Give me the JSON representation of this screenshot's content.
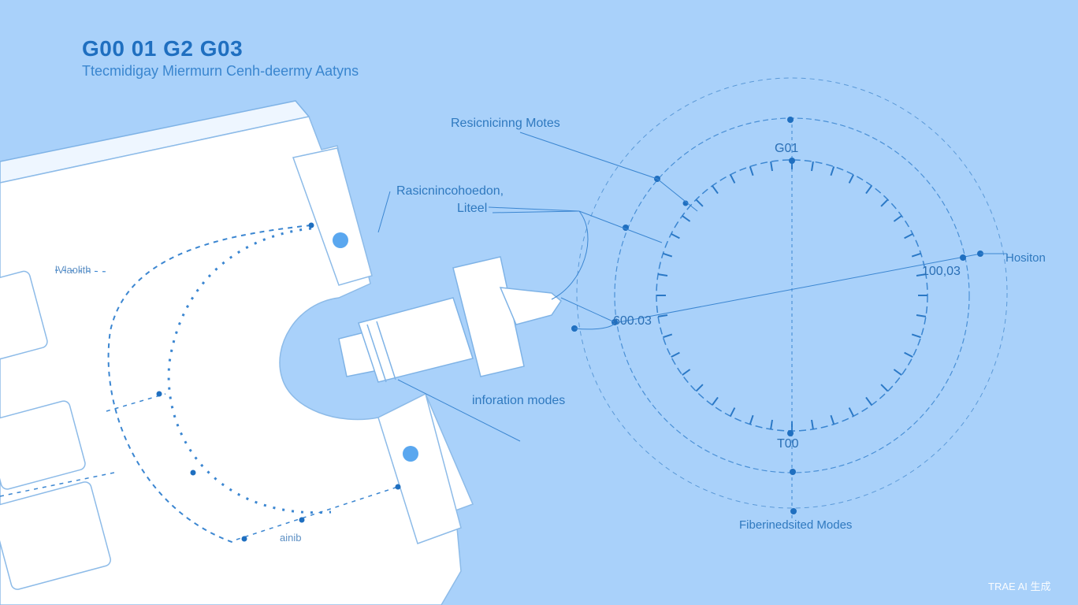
{
  "header": {
    "title": "G00 01 G2 G03",
    "subtitle": "Ttecmidigay Miermurn Cenh-deermy Aatyns"
  },
  "callouts": {
    "top_right_label": "Resicnicinng Motes",
    "mid_label_line1": "Rasicnincohoedon,",
    "mid_label_line2": "Liteel",
    "left_label": "lVlaolith",
    "bottom_label": "ainib",
    "info_label": "inforation modes",
    "dial_top": "G01",
    "dial_right": "100,03",
    "dial_left": "600.03",
    "dial_bottom": "T00",
    "far_right_label": "Hositon",
    "bottom_modes": "Fiberinedsited Modes"
  },
  "watermark": "TRAE AI 生成",
  "colors": {
    "background": "#a9d1fa",
    "part_fill": "#ffffff",
    "outline": "#2f79bf",
    "dot": "#1f6fc0",
    "hole": "#5aa7ef"
  }
}
